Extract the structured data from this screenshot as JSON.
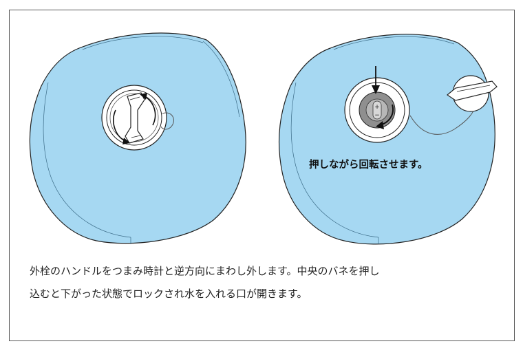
{
  "step_label": "押しながら回転させます。",
  "caption": {
    "line1": "外栓のハンドルをつまみ時計と逆方向にまわし外します。中央のバネを押し",
    "line2": "込むと下がった状態でロックされ水を入れる口が開きます。"
  },
  "colors": {
    "bag_fill": "#a6d8f2",
    "outline": "#222222",
    "cap_inner": "#8f8f8f"
  },
  "icons": [
    "rotate-counterclockwise-arrow-icon",
    "push-down-arrow-icon",
    "rotate-arrow-icon"
  ]
}
